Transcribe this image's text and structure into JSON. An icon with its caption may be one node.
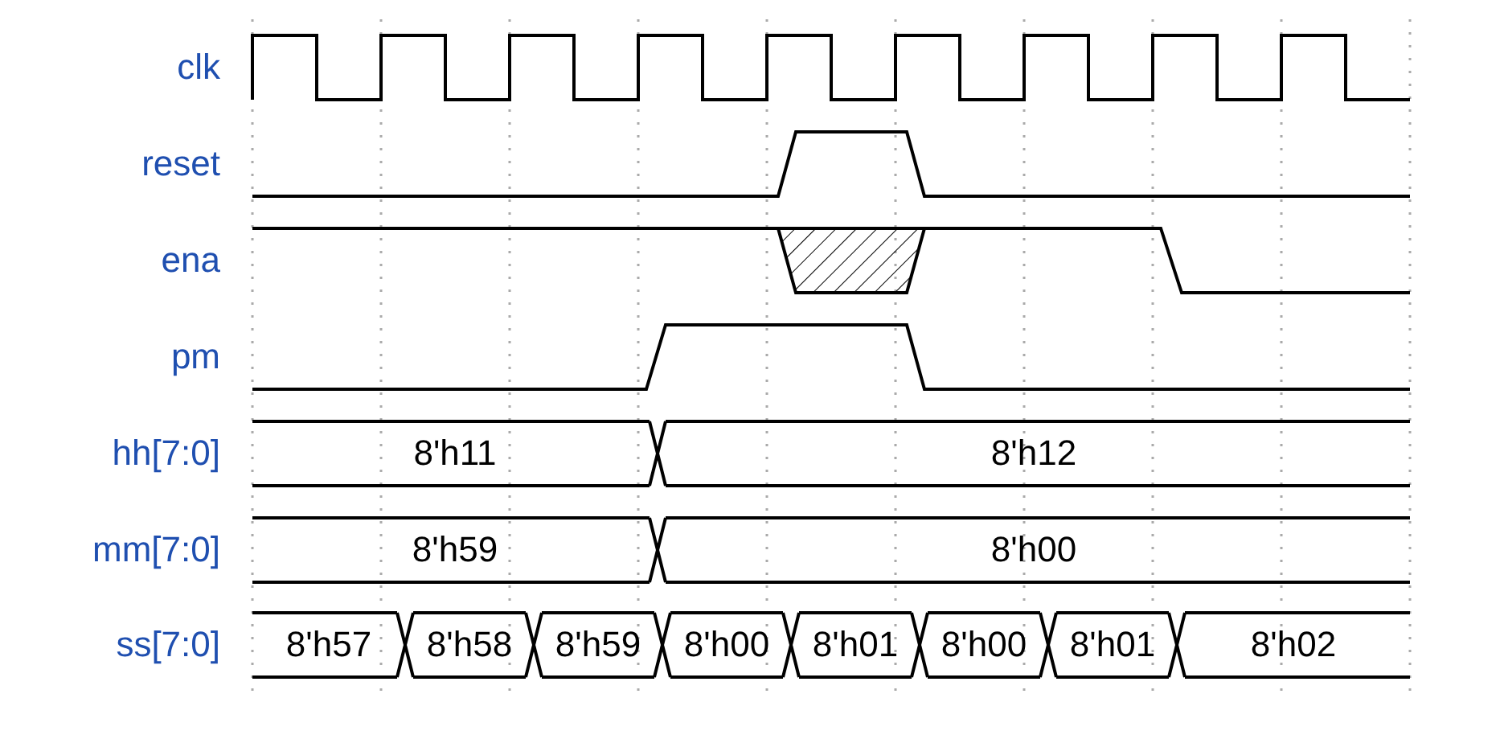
{
  "diagram": {
    "nodes": [
      {
        "text": [
          "8'h11"
        ]
      },
      {
        "text": [
          "8'h12"
        ]
      },
      {
        "text": [
          "8'h59"
        ]
      },
      {
        "text": [
          "8'h00"
        ]
      },
      {
        "text": [
          "8'h57"
        ]
      },
      {
        "text": [
          "8'h58"
        ]
      },
      {
        "text": [
          "8'h59"
        ]
      },
      {
        "text": [
          "8'h00"
        ]
      },
      {
        "text": [
          "8'h01"
        ]
      },
      {
        "text": [
          "8'h00"
        ]
      },
      {
        "text": [
          "8'h01"
        ]
      },
      {
        "text": [
          "8'h02"
        ]
      }
    ],
    "edges": [],
    "labels": [
      "clk",
      "reset",
      "ena",
      "pm",
      "hh[7:0]",
      "mm[7:0]",
      "ss[7:0]"
    ]
  }
}
